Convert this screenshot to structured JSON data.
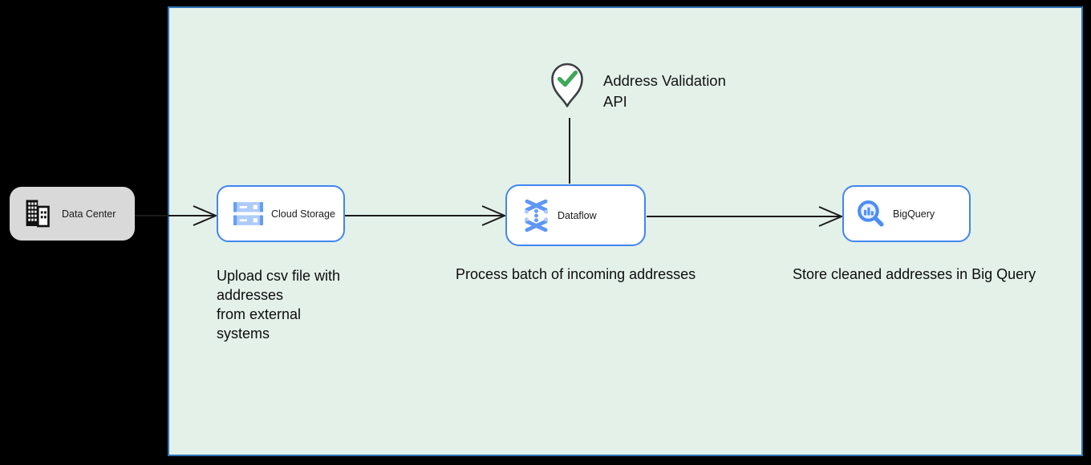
{
  "diagram": {
    "nodes": {
      "data_center": {
        "label": "Data Center",
        "icon": "office-building-icon"
      },
      "cloud_storage": {
        "label": "Cloud Storage",
        "icon": "cloud-storage-icon"
      },
      "dataflow": {
        "label": "Dataflow",
        "icon": "dataflow-icon"
      },
      "bigquery": {
        "label": "BigQuery",
        "icon": "bigquery-icon"
      }
    },
    "annotation": {
      "icon": "map-pin-check-icon",
      "line1": "Address Validation",
      "line2": "API"
    },
    "captions": {
      "upload": {
        "line1": "Upload csv file with",
        "line2": "addresses",
        "line3": "from external",
        "line4": "systems"
      },
      "process": "Process batch of incoming addresses",
      "store": "Store cleaned addresses in Big Query"
    },
    "colors": {
      "page_background": "#000000",
      "region_fill": "#e3f1e9",
      "region_border": "#2e75b6",
      "node_border": "#4285f4",
      "node_fill": "#ffffff",
      "data_center_fill": "#d9d9d9",
      "connector": "#1b1b1b",
      "check_green": "#3ea75c",
      "icon_blue": "#4285f4",
      "icon_light_blue": "#aecbfa"
    }
  }
}
